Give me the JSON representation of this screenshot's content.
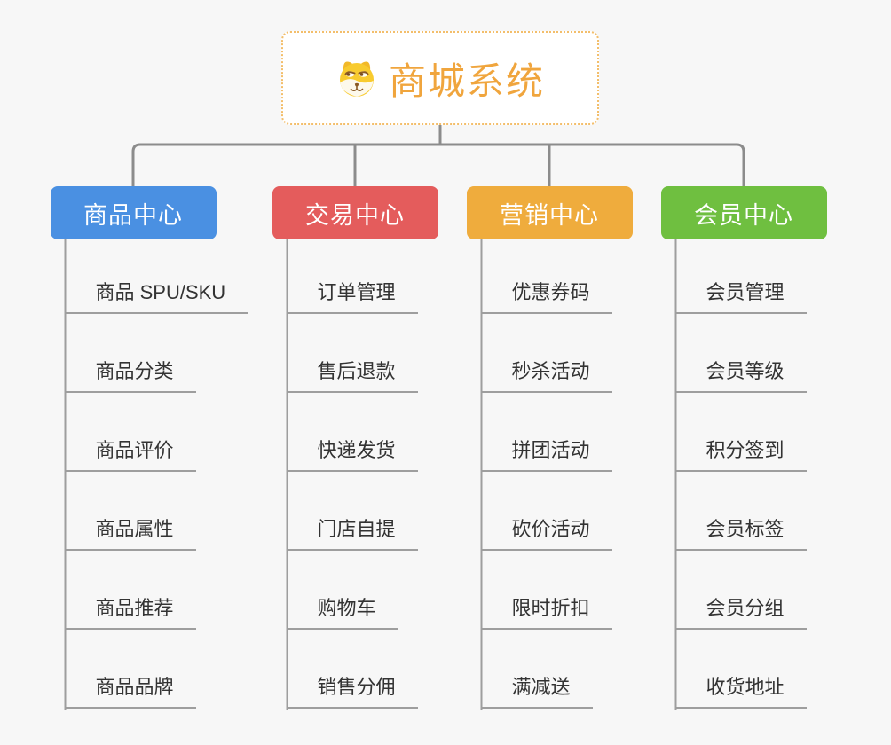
{
  "root": {
    "title": "商城系统",
    "icon": "dog-icon"
  },
  "branches": [
    {
      "label": "商品中心",
      "color": "#4a90e2",
      "children": [
        "商品 SPU/SKU",
        "商品分类",
        "商品评价",
        "商品属性",
        "商品推荐",
        "商品品牌"
      ]
    },
    {
      "label": "交易中心",
      "color": "#e45c5c",
      "children": [
        "订单管理",
        "售后退款",
        "快递发货",
        "门店自提",
        "购物车",
        "销售分佣"
      ]
    },
    {
      "label": "营销中心",
      "color": "#efac3d",
      "children": [
        "优惠券码",
        "秒杀活动",
        "拼团活动",
        "砍价活动",
        "限时折扣",
        "满减送"
      ]
    },
    {
      "label": "会员中心",
      "color": "#6fbf40",
      "children": [
        "会员管理",
        "会员等级",
        "积分签到",
        "会员标签",
        "会员分组",
        "收货地址"
      ]
    }
  ],
  "colors": {
    "background": "#f7f7f7",
    "connector": "#8c8c8c",
    "leaf_line": "#9e9e9e",
    "root_text": "#f0a53d",
    "root_border": "#f3be6b",
    "leaf_text": "#333333"
  }
}
